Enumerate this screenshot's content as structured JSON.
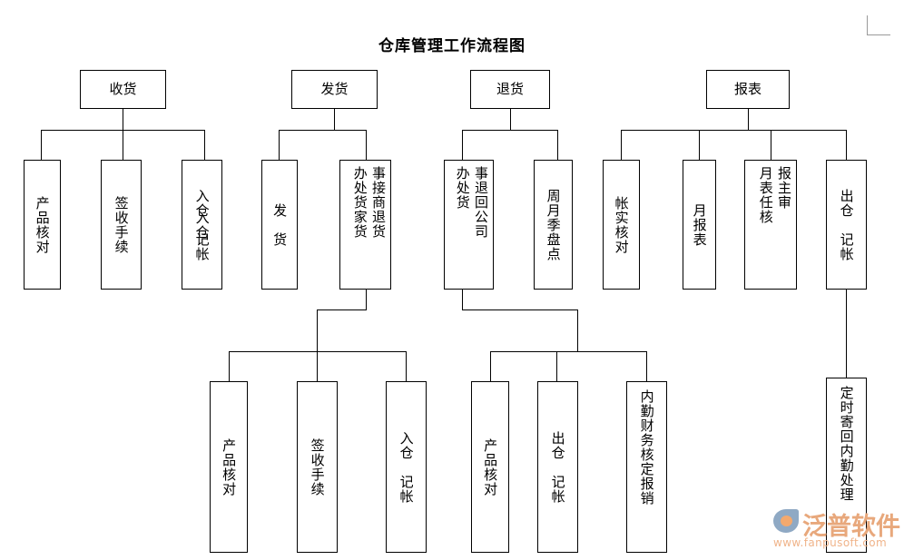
{
  "page": {
    "title": "仓库管理工作流程图",
    "background": "#ffffff",
    "line_color": "#000000",
    "corner_mark_color": "#9a9a9a"
  },
  "watermark": {
    "brand": "泛普软件",
    "url": "www.fanpusoft.com",
    "brand_color": "#e8a87c",
    "url_color": "#f0b48a"
  },
  "chart_data": {
    "type": "diagram",
    "title": "仓库管理工作流程图",
    "orientation": "top-down tree, vertical CJK text in leaf boxes",
    "branches": [
      {
        "id": "receiving",
        "header": "收货",
        "children": [
          "产品核对",
          "签收手续",
          "入仓  记帐"
        ]
      },
      {
        "id": "shipping",
        "header": "发货",
        "children": [
          "发  货",
          "接商家退货事/办处货"
        ],
        "sub_children": [
          "产品核对",
          "签收手续",
          "入仓  记帐"
        ]
      },
      {
        "id": "returns",
        "header": "退货",
        "children": [
          "退回公司事/办处货",
          "周月季盘点"
        ],
        "sub_children": [
          "产品核对",
          "出仓  记帐",
          "内勤财务核定报销"
        ]
      },
      {
        "id": "reports",
        "header": "报表",
        "children": [
          "帐实核对",
          "月报表",
          "主任审核月报表",
          "出仓  记帐"
        ],
        "sub_children": [
          "定时寄回内勤处理"
        ]
      }
    ]
  },
  "nodes": {
    "head_receiving": "收货",
    "head_shipping": "发货",
    "head_returns": "退货",
    "head_reports": "报表",
    "r1_product_check": "产品核对",
    "r1_signoff": "签收手续",
    "r1_inbound_a": "入仓",
    "r1_inbound_b": "记帐",
    "r1_deliver_a": "发",
    "r1_deliver_b": "货",
    "r1_merchant_right": "事接商退货",
    "r1_merchant_left": "办处货家货",
    "r1_return_right": "事退回公司",
    "r1_return_left": "办处货",
    "r1_stocktake": "周月季盘点",
    "r1_acct_check": "帐实核对",
    "r1_month_report": "月报表",
    "r1_approve_right": "报主审",
    "r1_approve_left": "月表任核",
    "r1_outbound_a": "出仓",
    "r1_outbound_b": "记帐",
    "r2_product_check_1": "产品核对",
    "r2_signoff_1": "签收手续",
    "r2_inbound_a": "入仓",
    "r2_inbound_b": "记帐",
    "r2_product_check_2": "产品核对",
    "r2_outbound_a": "出仓",
    "r2_outbound_b": "记帐",
    "r2_finance": "内勤财务核定报销",
    "r2_mail_back": "定时寄回内勤处理"
  }
}
